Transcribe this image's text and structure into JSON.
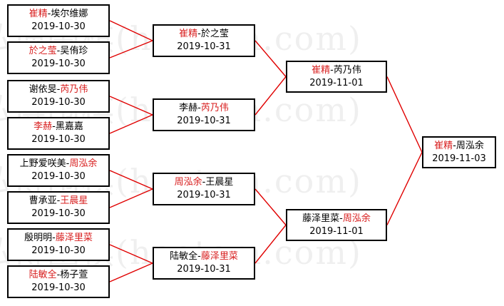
{
  "watermark": "弘博围棋(hoetom.com)",
  "colors": {
    "winner": "#d81e1e",
    "line": "#e00000",
    "text": "#000000",
    "border": "#000000"
  },
  "rounds": [
    {
      "matches": [
        {
          "p1": "崔精",
          "p2": "埃尔维娜",
          "winner": 1,
          "date": "2019-10-30"
        },
        {
          "p1": "於之莹",
          "p2": "吴侑珍",
          "winner": 1,
          "date": "2019-10-30"
        },
        {
          "p1": "谢依旻",
          "p2": "芮乃伟",
          "winner": 2,
          "date": "2019-10-30"
        },
        {
          "p1": "李赫",
          "p2": "黑嘉嘉",
          "winner": 1,
          "date": "2019-10-30"
        },
        {
          "p1": "上野爱咲美",
          "p2": "周泓余",
          "winner": 2,
          "date": "2019-10-30"
        },
        {
          "p1": "曹承亚",
          "p2": "王晨星",
          "winner": 2,
          "date": "2019-10-30"
        },
        {
          "p1": "殷明明",
          "p2": "藤泽里菜",
          "winner": 2,
          "date": "2019-10-30"
        },
        {
          "p1": "陆敏全",
          "p2": "杨子萱",
          "winner": 1,
          "date": "2019-10-30"
        }
      ]
    },
    {
      "matches": [
        {
          "p1": "崔精",
          "p2": "於之莹",
          "winner": 1,
          "date": "2019-10-31"
        },
        {
          "p1": "李赫",
          "p2": "芮乃伟",
          "winner": 2,
          "date": "2019-10-31"
        },
        {
          "p1": "周泓余",
          "p2": "王晨星",
          "winner": 1,
          "date": "2019-10-31"
        },
        {
          "p1": "陆敏全",
          "p2": "藤泽里菜",
          "winner": 2,
          "date": "2019-10-31"
        }
      ]
    },
    {
      "matches": [
        {
          "p1": "崔精",
          "p2": "芮乃伟",
          "winner": 1,
          "date": "2019-11-01"
        },
        {
          "p1": "藤泽里菜",
          "p2": "周泓余",
          "winner": 2,
          "date": "2019-11-01"
        }
      ]
    },
    {
      "matches": [
        {
          "p1": "崔精",
          "p2": "周泓余",
          "winner": 1,
          "date": "2019-11-03"
        }
      ]
    }
  ]
}
